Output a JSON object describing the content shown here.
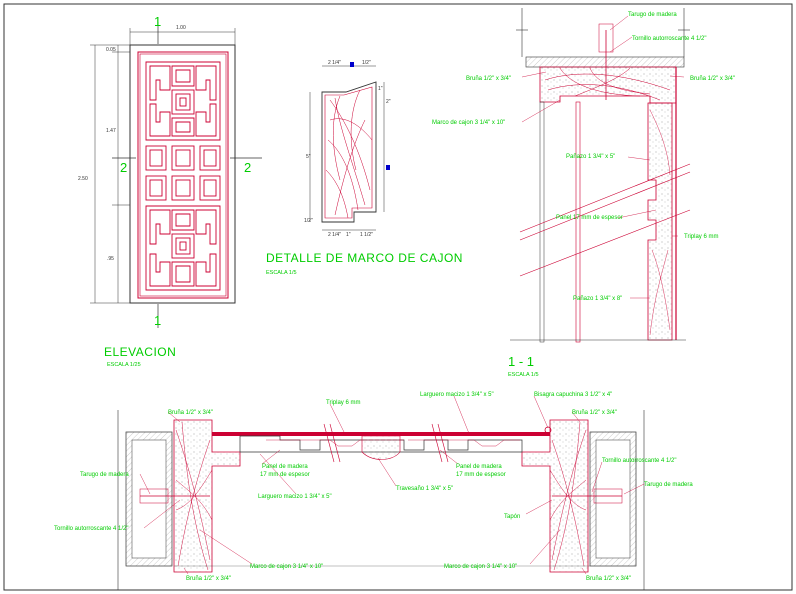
{
  "elevation": {
    "title": "ELEVACION",
    "scale": "ESCALA 1/25",
    "width_dim": "1.00",
    "height_dim": "2.50",
    "dim_top": "0.05",
    "dim_upper": "1.47",
    "dim_lower": ".95",
    "section_mark_1": "1",
    "section_mark_2": "2"
  },
  "frame_detail": {
    "title": "DETALLE DE MARCO DE CAJON",
    "scale": "ESCALA 1/5",
    "dims": [
      "2 1/4\"",
      "1/2\"",
      "1\"",
      "2\"",
      "5\"",
      "1/2\"",
      "2 1/4\"",
      "1\"",
      "1 1/2\""
    ]
  },
  "section_11": {
    "title": "1 - 1",
    "scale": "ESCALA 1/5",
    "labels": {
      "tarugo": "Tarugo de madera",
      "tornillo": "Tornillo autorroscante 4 1/2\"",
      "brufia_left": "Bruña 1/2\" x 3/4\"",
      "brufia_right": "Bruña 1/2\" x 3/4\"",
      "marco": "Marco de cajon 3 1/4\" x 10\"",
      "panazo_top": "Pañazo 1 3/4\" x 5\"",
      "panel": "Panel 17 mm de espesor",
      "triplay": "Triplay 6 mm",
      "panazo_bottom": "Pañazo 1 3/4\" x 8\""
    }
  },
  "section_22": {
    "labels": {
      "triplay": "Triplay 6 mm",
      "larguero_top": "Larguero macizo 1 3/4\" x 5\"",
      "bisagra": "Bisagra capuchina 3 1/2\" x 4\"",
      "brufia_tl": "Bruña 1/2\" x 3/4\"",
      "brufia_tr": "Bruña 1/2\" x 3/4\"",
      "tarugo_left": "Tarugo de madera",
      "tornillo_left": "Tornillo autorroscante 4 1/2\"",
      "panel_left_1": "Panel de madera",
      "panel_left_2": "17 mm de espesor",
      "larguero_bottom": "Larguero macizo 1 3/4\" x 5\"",
      "travesano": "Travesaño 1 3/4\" x 5\"",
      "panel_right_1": "Panel de madera",
      "panel_right_2": "17 mm de espesor",
      "tornillo_right": "Tornillo autorroscante 4 1/2\"",
      "tarugo_right": "Tarugo de madera",
      "tapon": "Tapón",
      "marco_left": "Marco de cajon 3 1/4\" x 10\"",
      "marco_right": "Marco de cajon 3 1/4\" x 10\"",
      "brufia_bl": "Bruña 1/2\" x 3/4\"",
      "brufia_br": "Bruña 1/2\" x 3/4\""
    }
  },
  "colors": {
    "frame": "#cc0033",
    "text": "#00cc00",
    "dimension": "#333333",
    "marker": "#0000cc"
  }
}
